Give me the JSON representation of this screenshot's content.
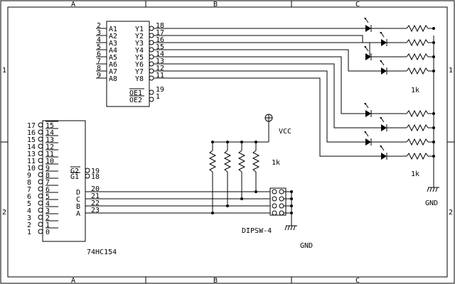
{
  "frame": {
    "top_columns": [
      "A",
      "B",
      "C"
    ],
    "bottom_columns": [
      "A",
      "B",
      "C"
    ],
    "left_rows": [
      "1",
      "2"
    ],
    "right_rows": [
      "1",
      "2"
    ]
  },
  "buffer_ic": {
    "input_pins": [
      "A1",
      "A2",
      "A3",
      "A4",
      "A5",
      "A6",
      "A7",
      "A8"
    ],
    "input_numbers": [
      "2",
      "3",
      "4",
      "5",
      "6",
      "7",
      "8",
      "9"
    ],
    "output_pins": [
      "Y1",
      "Y2",
      "Y3",
      "Y4",
      "Y5",
      "Y6",
      "Y7",
      "Y8"
    ],
    "output_numbers": [
      "18",
      "17",
      "16",
      "15",
      "14",
      "13",
      "12",
      "11"
    ],
    "enable_pins": [
      "OE1",
      "OE2"
    ],
    "enable_numbers": [
      "19",
      "1"
    ]
  },
  "decoder_ic": {
    "part_label": "74HC154",
    "output_labels": [
      "15",
      "14",
      "13",
      "12",
      "11",
      "10",
      "9",
      "8",
      "7",
      "6",
      "5",
      "4",
      "3",
      "2",
      "1",
      "0"
    ],
    "output_numbers": [
      "17",
      "16",
      "15",
      "14",
      "13",
      "11",
      "10",
      "9",
      "8",
      "7",
      "6",
      "5",
      "4",
      "3",
      "2",
      "1"
    ],
    "enable_pins": [
      "G2",
      "G1"
    ],
    "enable_numbers": [
      "19",
      "18"
    ],
    "address_pins": [
      "D",
      "C",
      "B",
      "A"
    ],
    "address_numbers": [
      "20",
      "21",
      "22",
      "23"
    ]
  },
  "power": {
    "vcc_label": "VCC",
    "gnd_label_switch": "GND",
    "gnd_label_leds": "GND"
  },
  "switch": {
    "label": "DIPSW-4"
  },
  "resistors": {
    "pullup_value": "1k",
    "led_group1_value": "1k",
    "led_group2_value": "1k"
  }
}
